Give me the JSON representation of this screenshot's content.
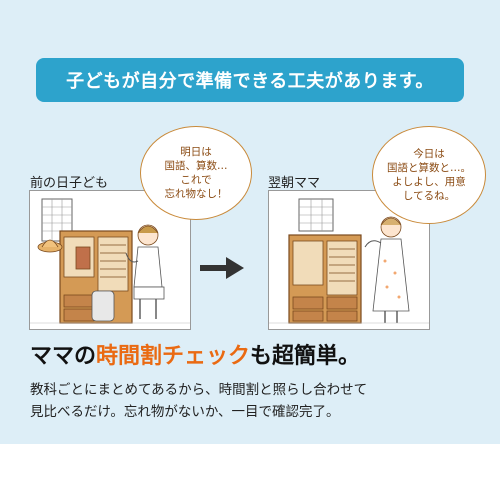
{
  "banner": {
    "text": "子どもが自分で準備できる工夫があります。"
  },
  "left_panel": {
    "label": "前の日子ども",
    "bubble_lines": [
      "明日は",
      "国語、算数…",
      "これで",
      "忘れ物なし！"
    ]
  },
  "right_panel": {
    "label": "翌朝ママ",
    "bubble_lines": [
      "今日は",
      "国語と算数と…。",
      "よしよし、用意",
      "してるね。"
    ]
  },
  "headline": {
    "part1": "ママの",
    "highlight": "時間割チェック",
    "part2": "も超簡単。"
  },
  "body": {
    "line1": "教科ごとにまとめてあるから、時間割と照らし合わせて",
    "line2": "見比べるだけ。忘れ物がないか、一目で確認完了。"
  },
  "colors": {
    "background": "#ddeef7",
    "banner": "#2da3cc",
    "highlight": "#ea6a12",
    "bubble_text": "#8a4a12"
  },
  "icons": [
    "arrow-right-icon"
  ]
}
